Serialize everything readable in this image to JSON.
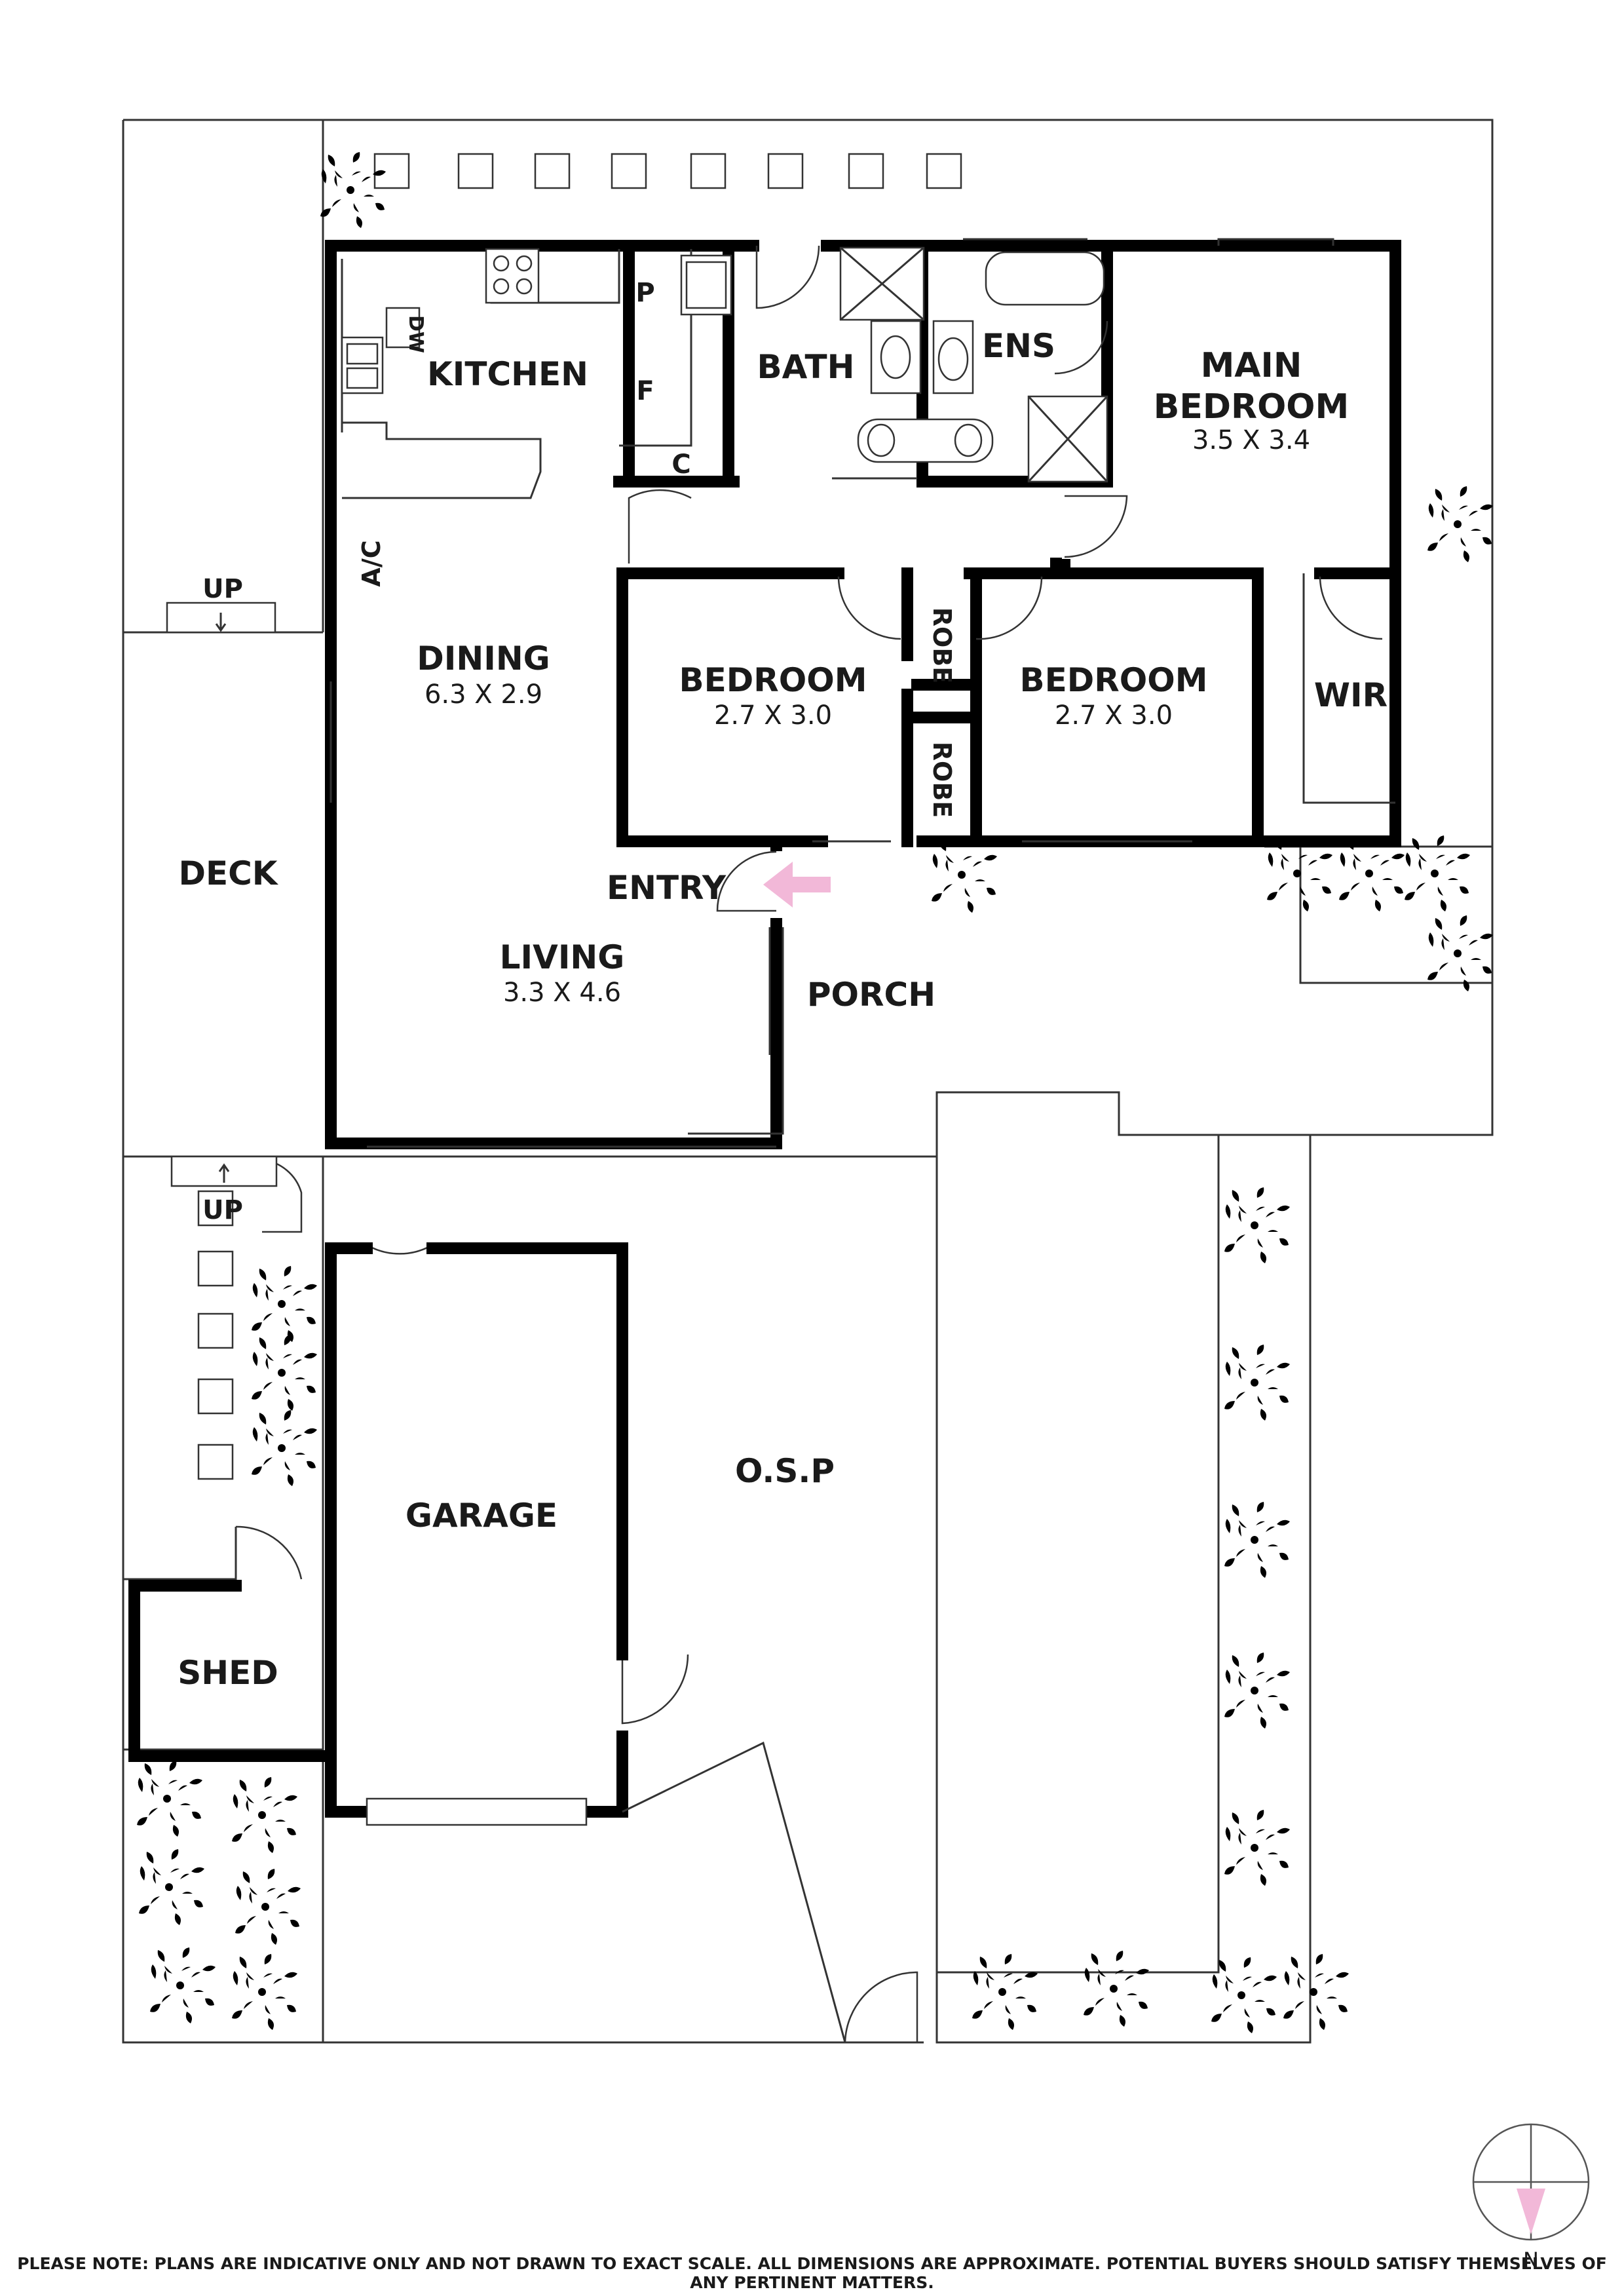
{
  "rooms": {
    "kitchen": "KITCHEN",
    "bath": "BATH",
    "ens": "ENS",
    "main_bedroom_1": "MAIN",
    "main_bedroom_2": "BEDROOM",
    "main_bedroom_dim": "3.5 X 3.4",
    "dining": "DINING",
    "dining_dim": "6.3 X 2.9",
    "bedroom_a": "BEDROOM",
    "bedroom_a_dim": "2.7 X 3.0",
    "bedroom_b": "BEDROOM",
    "bedroom_b_dim": "2.7 X 3.0",
    "wir": "WIR",
    "robe_1": "ROBE",
    "robe_2": "ROBE",
    "deck": "DECK",
    "entry": "ENTRY",
    "living": "LIVING",
    "living_dim": "3.3 X 4.6",
    "porch": "PORCH",
    "garage": "GARAGE",
    "osp": "O.S.P",
    "shed": "SHED"
  },
  "fixtures": {
    "pantry": "P",
    "fridge": "F",
    "cupboard": "C",
    "dishwasher": "DW",
    "aircon": "A/C",
    "up_1": "UP",
    "up_2": "UP"
  },
  "compass": {
    "north": "N",
    "arrow_color": "#f2b8d8"
  },
  "entry_arrow_color": "#f2b8d8",
  "disclaimer": "PLEASE NOTE: PLANS ARE INDICATIVE ONLY AND NOT DRAWN TO EXACT SCALE. ALL DIMENSIONS ARE APPROXIMATE. POTENTIAL BUYERS SHOULD SATISFY THEMSELVES OF ANY PERTINENT MATTERS."
}
